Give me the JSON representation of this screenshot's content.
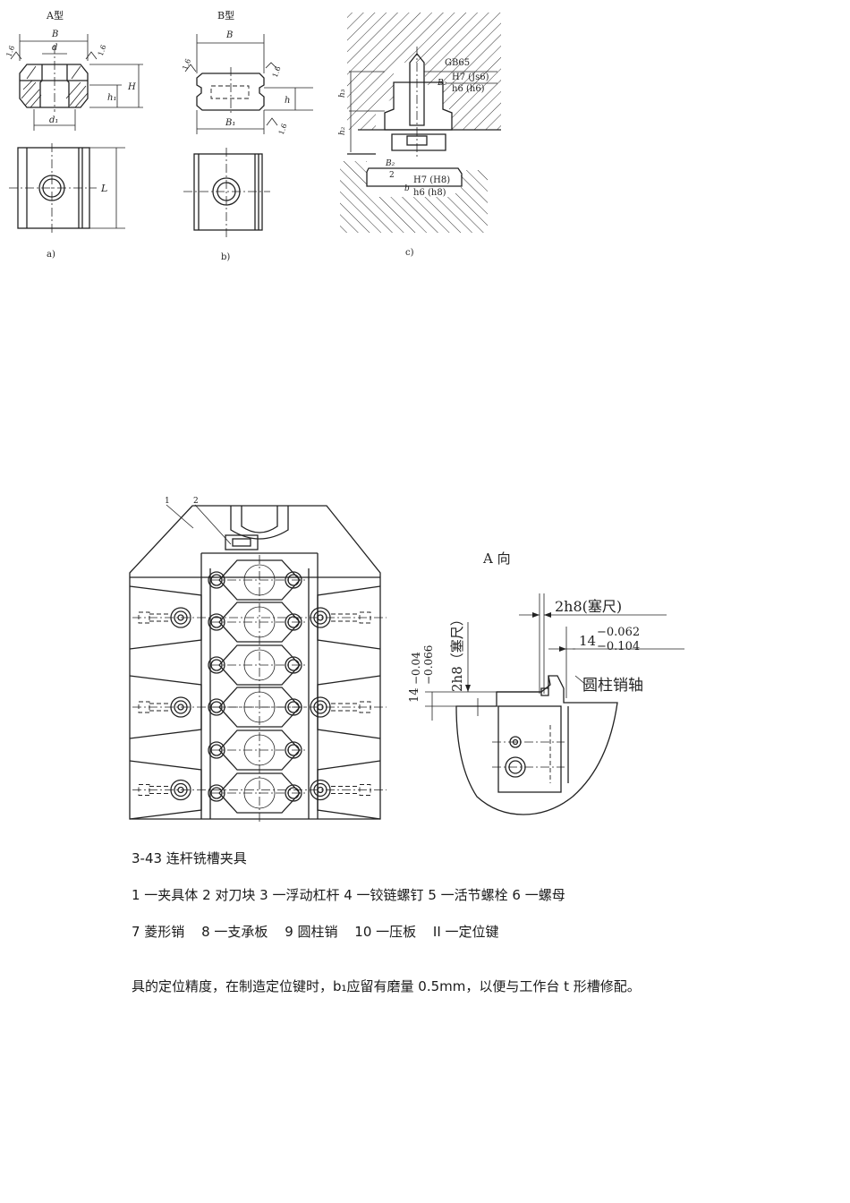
{
  "figure_top": {
    "a": {
      "title": "A型",
      "B": "B",
      "d": "d",
      "H": "H",
      "h1": "h₁",
      "d1": "d₁",
      "L": "L",
      "r1": "1.6",
      "r2": "1.6",
      "caption": "a)"
    },
    "b": {
      "title": "B型",
      "B": "B",
      "h": "h",
      "B1": "B₁",
      "r1": "1.6",
      "r2": "1.6",
      "r3": "1.6",
      "caption": "b)"
    },
    "c": {
      "gb": "GB65",
      "fit1": "H7 (Js6)",
      "b2": "B₂",
      "fit1b": "h6 (h6)",
      "h3": "h₃",
      "h2": "h₂",
      "b2half_num": "B₂",
      "b2half_den": "2",
      "fit2": "H7 (H8)",
      "b": "b",
      "fit2b": "h6 (h8)",
      "caption": "c)"
    }
  },
  "figure_fixture": {
    "label1": "1",
    "label2": "2"
  },
  "figure_view": {
    "title": "A 向",
    "gap_label": "2h8(塞尺)",
    "tol_label": "14⁻⁰·⁰⁶²₋₀.₁₀₄",
    "tol_base": "14",
    "tol_up": "−0.062",
    "tol_low": "−0.104",
    "vert_tol_base": "14",
    "vert_tol_up": "−0.04",
    "vert_tol_low": "−0.066",
    "vert_gap": "2h8（塞尺）",
    "pin_label": "圆柱销轴"
  },
  "caption": {
    "title": "3-43 连杆铣槽夹具",
    "legend_line1": "1 一夹具体 2 对刀块 3 一浮动杠杆 4 一铰链螺钉 5 一活节螺栓 6 一螺母",
    "legend_line2": [
      "7 菱形销",
      "8 一支承板",
      "9  圆柱销",
      "10 一压板",
      "II 一定位键"
    ],
    "paragraph": "具的定位精度，在制造定位键时，b₁应留有磨量 0.5mm，以便与工作台 t 形槽修配。"
  }
}
